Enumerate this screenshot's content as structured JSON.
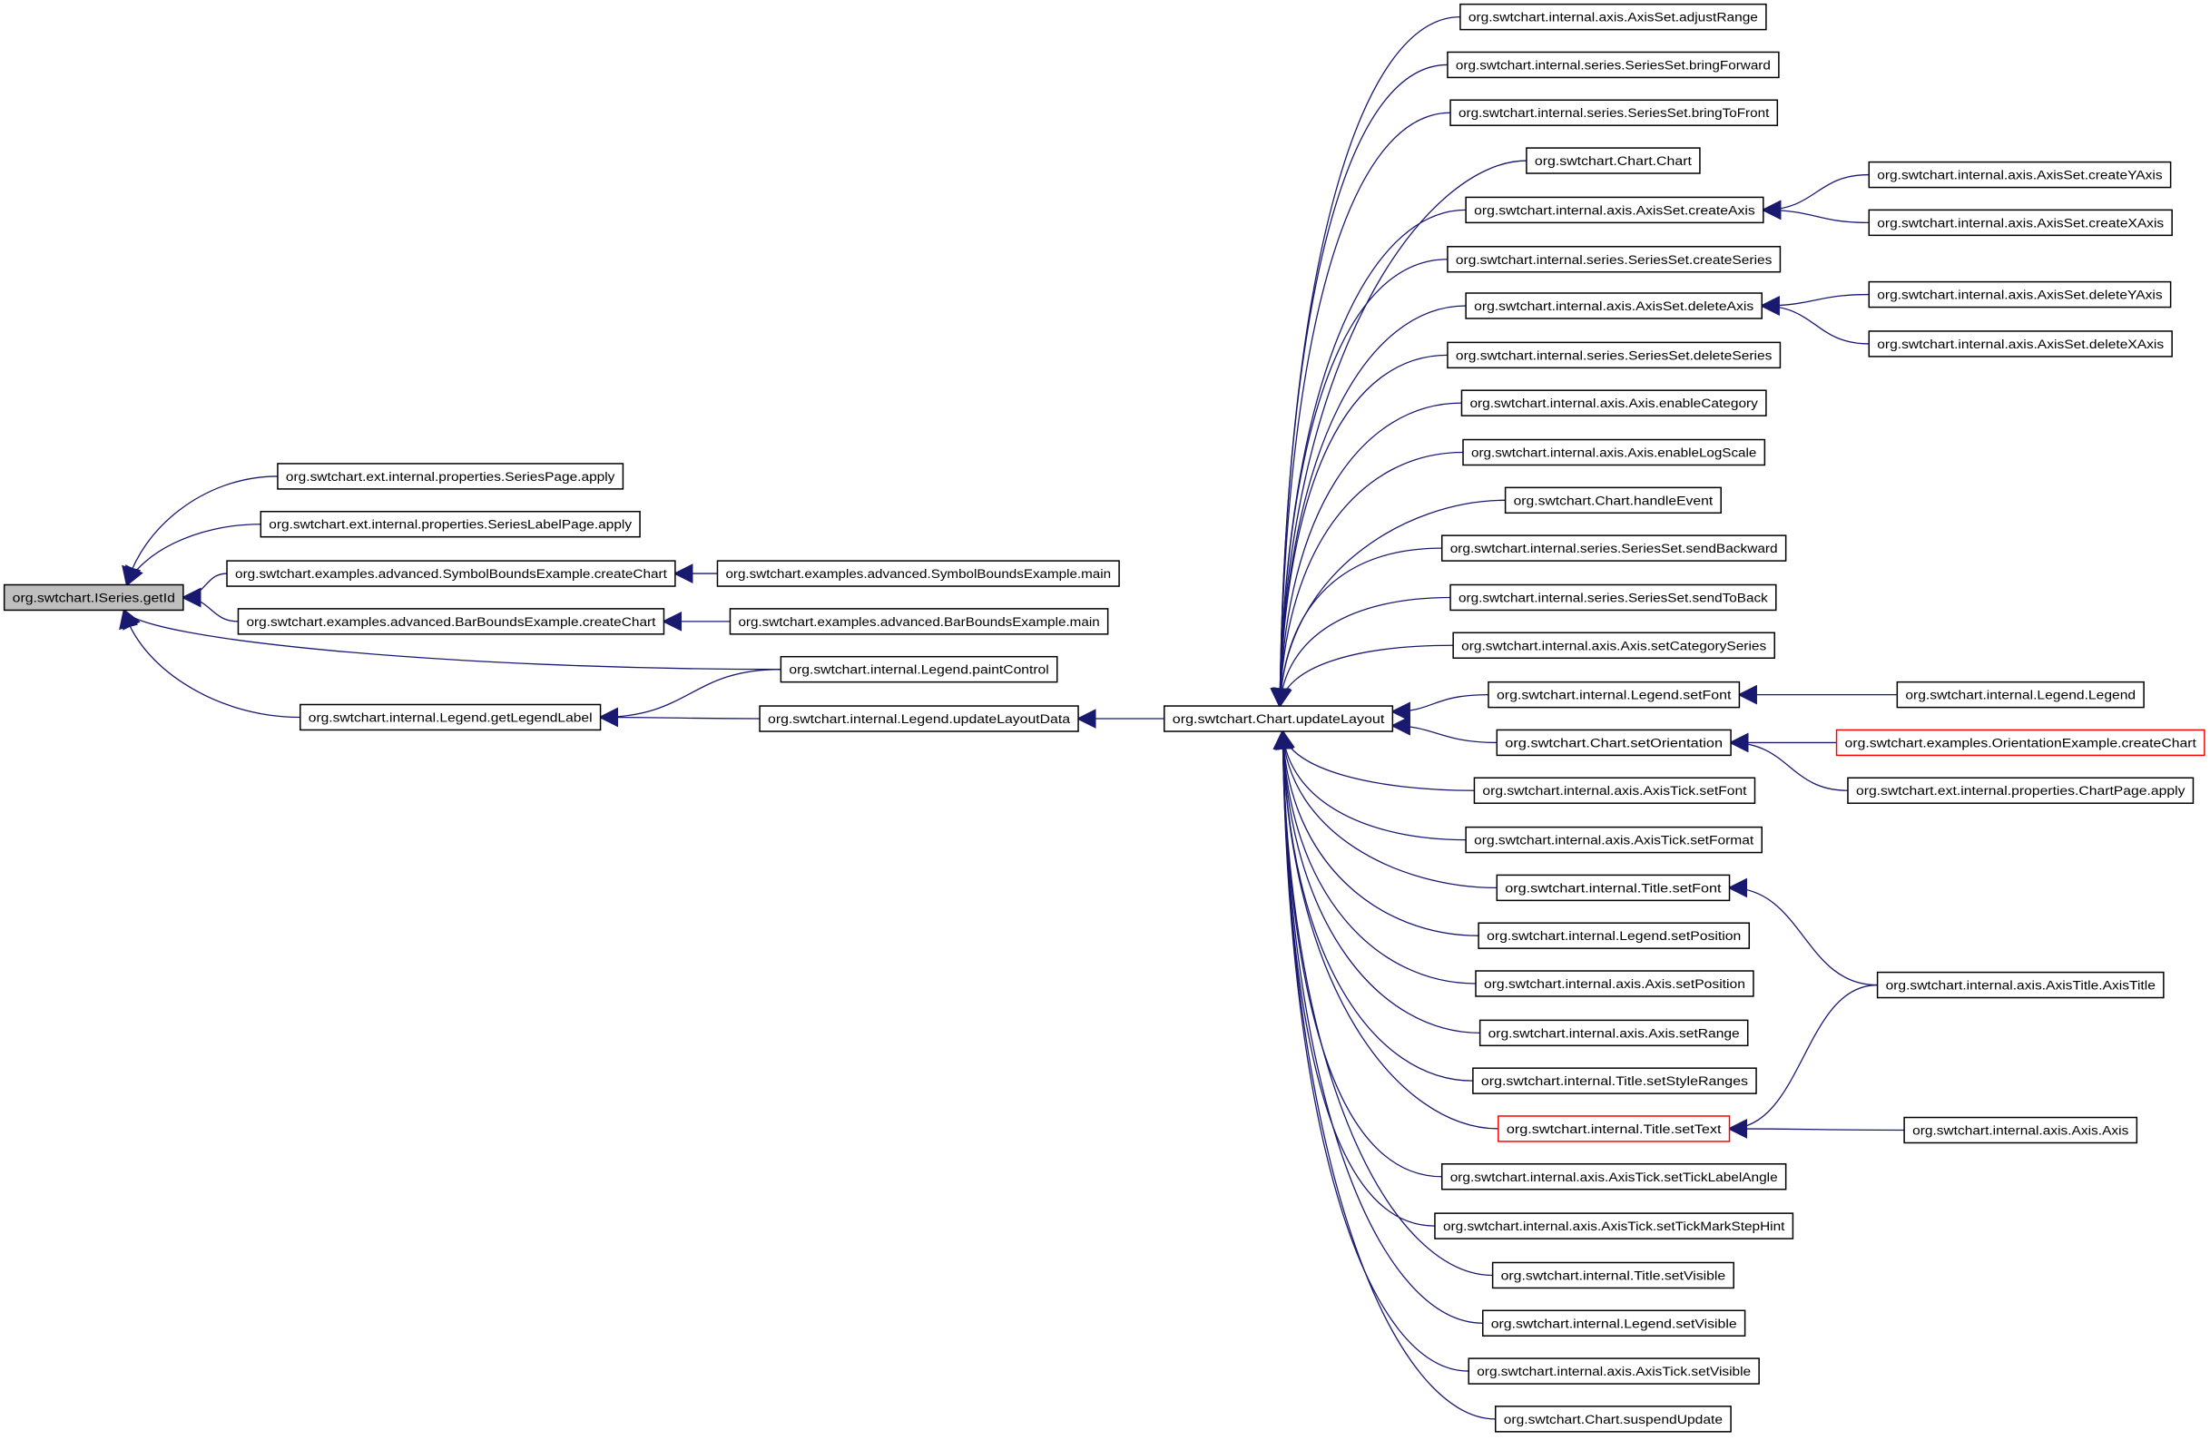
{
  "graph": {
    "title": "Caller graph of org.swtchart.ISeries.getId",
    "colors": {
      "edge": "#191970",
      "focus_fill": "#bfbfbf",
      "highlight_border": "#ff0000",
      "border": "#000000"
    },
    "nodes": [
      {
        "id": "getId",
        "label": "org.swtchart.ISeries.getId",
        "focus": true
      },
      {
        "id": "seriesPageApply",
        "label": "org.swtchart.ext.internal.properties.SeriesPage.apply"
      },
      {
        "id": "seriesLabelPageApply",
        "label": "org.swtchart.ext.internal.properties.SeriesLabelPage.apply"
      },
      {
        "id": "symbolCreateChart",
        "label": "org.swtchart.examples.advanced.SymbolBoundsExample.createChart"
      },
      {
        "id": "barCreateChart",
        "label": "org.swtchart.examples.advanced.BarBoundsExample.createChart"
      },
      {
        "id": "getLegendLabel",
        "label": "org.swtchart.internal.Legend.getLegendLabel"
      },
      {
        "id": "symbolMain",
        "label": "org.swtchart.examples.advanced.SymbolBoundsExample.main"
      },
      {
        "id": "barMain",
        "label": "org.swtchart.examples.advanced.BarBoundsExample.main"
      },
      {
        "id": "paintControl",
        "label": "org.swtchart.internal.Legend.paintControl"
      },
      {
        "id": "updateLayoutData",
        "label": "org.swtchart.internal.Legend.updateLayoutData"
      },
      {
        "id": "updateLayout",
        "label": "org.swtchart.Chart.updateLayout"
      },
      {
        "id": "adjustRange",
        "label": "org.swtchart.internal.axis.AxisSet.adjustRange"
      },
      {
        "id": "bringForward",
        "label": "org.swtchart.internal.series.SeriesSet.bringForward"
      },
      {
        "id": "bringToFront",
        "label": "org.swtchart.internal.series.SeriesSet.bringToFront"
      },
      {
        "id": "chartChart",
        "label": "org.swtchart.Chart.Chart"
      },
      {
        "id": "createAxis",
        "label": "org.swtchart.internal.axis.AxisSet.createAxis"
      },
      {
        "id": "createSeries",
        "label": "org.swtchart.internal.series.SeriesSet.createSeries"
      },
      {
        "id": "deleteAxis",
        "label": "org.swtchart.internal.axis.AxisSet.deleteAxis"
      },
      {
        "id": "deleteSeries",
        "label": "org.swtchart.internal.series.SeriesSet.deleteSeries"
      },
      {
        "id": "enableCategory",
        "label": "org.swtchart.internal.axis.Axis.enableCategory"
      },
      {
        "id": "enableLogScale",
        "label": "org.swtchart.internal.axis.Axis.enableLogScale"
      },
      {
        "id": "handleEvent",
        "label": "org.swtchart.Chart.handleEvent"
      },
      {
        "id": "sendBackward",
        "label": "org.swtchart.internal.series.SeriesSet.sendBackward"
      },
      {
        "id": "sendToBack",
        "label": "org.swtchart.internal.series.SeriesSet.sendToBack"
      },
      {
        "id": "setCategorySeries",
        "label": "org.swtchart.internal.axis.Axis.setCategorySeries"
      },
      {
        "id": "legendSetFont",
        "label": "org.swtchart.internal.Legend.setFont"
      },
      {
        "id": "setOrientation",
        "label": "org.swtchart.Chart.setOrientation"
      },
      {
        "id": "tickSetFont",
        "label": "org.swtchart.internal.axis.AxisTick.setFont"
      },
      {
        "id": "tickSetFormat",
        "label": "org.swtchart.internal.axis.AxisTick.setFormat"
      },
      {
        "id": "titleSetFont",
        "label": "org.swtchart.internal.Title.setFont"
      },
      {
        "id": "legendSetPosition",
        "label": "org.swtchart.internal.Legend.setPosition"
      },
      {
        "id": "axisSetPosition",
        "label": "org.swtchart.internal.axis.Axis.setPosition"
      },
      {
        "id": "axisSetRange",
        "label": "org.swtchart.internal.axis.Axis.setRange"
      },
      {
        "id": "titleSetStyleRanges",
        "label": "org.swtchart.internal.Title.setStyleRanges"
      },
      {
        "id": "titleSetText",
        "label": "org.swtchart.internal.Title.setText",
        "highlight": true
      },
      {
        "id": "setTickLabelAngle",
        "label": "org.swtchart.internal.axis.AxisTick.setTickLabelAngle"
      },
      {
        "id": "setTickMarkStepHint",
        "label": "org.swtchart.internal.axis.AxisTick.setTickMarkStepHint"
      },
      {
        "id": "titleSetVisible",
        "label": "org.swtchart.internal.Title.setVisible"
      },
      {
        "id": "legendSetVisible",
        "label": "org.swtchart.internal.Legend.setVisible"
      },
      {
        "id": "tickSetVisible",
        "label": "org.swtchart.internal.axis.AxisTick.setVisible"
      },
      {
        "id": "suspendUpdate",
        "label": "org.swtchart.Chart.suspendUpdate"
      },
      {
        "id": "createYAxis",
        "label": "org.swtchart.internal.axis.AxisSet.createYAxis"
      },
      {
        "id": "createXAxis",
        "label": "org.swtchart.internal.axis.AxisSet.createXAxis"
      },
      {
        "id": "deleteYAxis",
        "label": "org.swtchart.internal.axis.AxisSet.deleteYAxis"
      },
      {
        "id": "deleteXAxis",
        "label": "org.swtchart.internal.axis.AxisSet.deleteXAxis"
      },
      {
        "id": "legendLegend",
        "label": "org.swtchart.internal.Legend.Legend"
      },
      {
        "id": "orientationCreateChart",
        "label": "org.swtchart.examples.OrientationExample.createChart",
        "highlight": true
      },
      {
        "id": "chartPageApply",
        "label": "org.swtchart.ext.internal.properties.ChartPage.apply"
      },
      {
        "id": "axisTitle",
        "label": "org.swtchart.internal.axis.AxisTitle.AxisTitle"
      },
      {
        "id": "axisAxis",
        "label": "org.swtchart.internal.axis.Axis.Axis"
      }
    ],
    "edges": [
      [
        "seriesPageApply",
        "getId"
      ],
      [
        "seriesLabelPageApply",
        "getId"
      ],
      [
        "symbolCreateChart",
        "getId"
      ],
      [
        "barCreateChart",
        "getId"
      ],
      [
        "paintControl",
        "getId"
      ],
      [
        "getLegendLabel",
        "getId"
      ],
      [
        "symbolMain",
        "symbolCreateChart"
      ],
      [
        "barMain",
        "barCreateChart"
      ],
      [
        "paintControl",
        "getLegendLabel"
      ],
      [
        "updateLayoutData",
        "getLegendLabel"
      ],
      [
        "updateLayout",
        "updateLayoutData"
      ],
      [
        "adjustRange",
        "updateLayout"
      ],
      [
        "bringForward",
        "updateLayout"
      ],
      [
        "bringToFront",
        "updateLayout"
      ],
      [
        "chartChart",
        "updateLayout"
      ],
      [
        "createAxis",
        "updateLayout"
      ],
      [
        "createSeries",
        "updateLayout"
      ],
      [
        "deleteAxis",
        "updateLayout"
      ],
      [
        "deleteSeries",
        "updateLayout"
      ],
      [
        "enableCategory",
        "updateLayout"
      ],
      [
        "enableLogScale",
        "updateLayout"
      ],
      [
        "handleEvent",
        "updateLayout"
      ],
      [
        "sendBackward",
        "updateLayout"
      ],
      [
        "sendToBack",
        "updateLayout"
      ],
      [
        "setCategorySeries",
        "updateLayout"
      ],
      [
        "legendSetFont",
        "updateLayout"
      ],
      [
        "setOrientation",
        "updateLayout"
      ],
      [
        "tickSetFont",
        "updateLayout"
      ],
      [
        "tickSetFormat",
        "updateLayout"
      ],
      [
        "titleSetFont",
        "updateLayout"
      ],
      [
        "legendSetPosition",
        "updateLayout"
      ],
      [
        "axisSetPosition",
        "updateLayout"
      ],
      [
        "axisSetRange",
        "updateLayout"
      ],
      [
        "titleSetStyleRanges",
        "updateLayout"
      ],
      [
        "titleSetText",
        "updateLayout"
      ],
      [
        "setTickLabelAngle",
        "updateLayout"
      ],
      [
        "setTickMarkStepHint",
        "updateLayout"
      ],
      [
        "titleSetVisible",
        "updateLayout"
      ],
      [
        "legendSetVisible",
        "updateLayout"
      ],
      [
        "tickSetVisible",
        "updateLayout"
      ],
      [
        "suspendUpdate",
        "updateLayout"
      ],
      [
        "createYAxis",
        "createAxis"
      ],
      [
        "createXAxis",
        "createAxis"
      ],
      [
        "deleteYAxis",
        "deleteAxis"
      ],
      [
        "deleteXAxis",
        "deleteAxis"
      ],
      [
        "legendLegend",
        "legendSetFont"
      ],
      [
        "orientationCreateChart",
        "setOrientation"
      ],
      [
        "chartPageApply",
        "setOrientation"
      ],
      [
        "axisTitle",
        "titleSetFont"
      ],
      [
        "axisTitle",
        "titleSetText"
      ],
      [
        "axisAxis",
        "titleSetText"
      ]
    ]
  }
}
